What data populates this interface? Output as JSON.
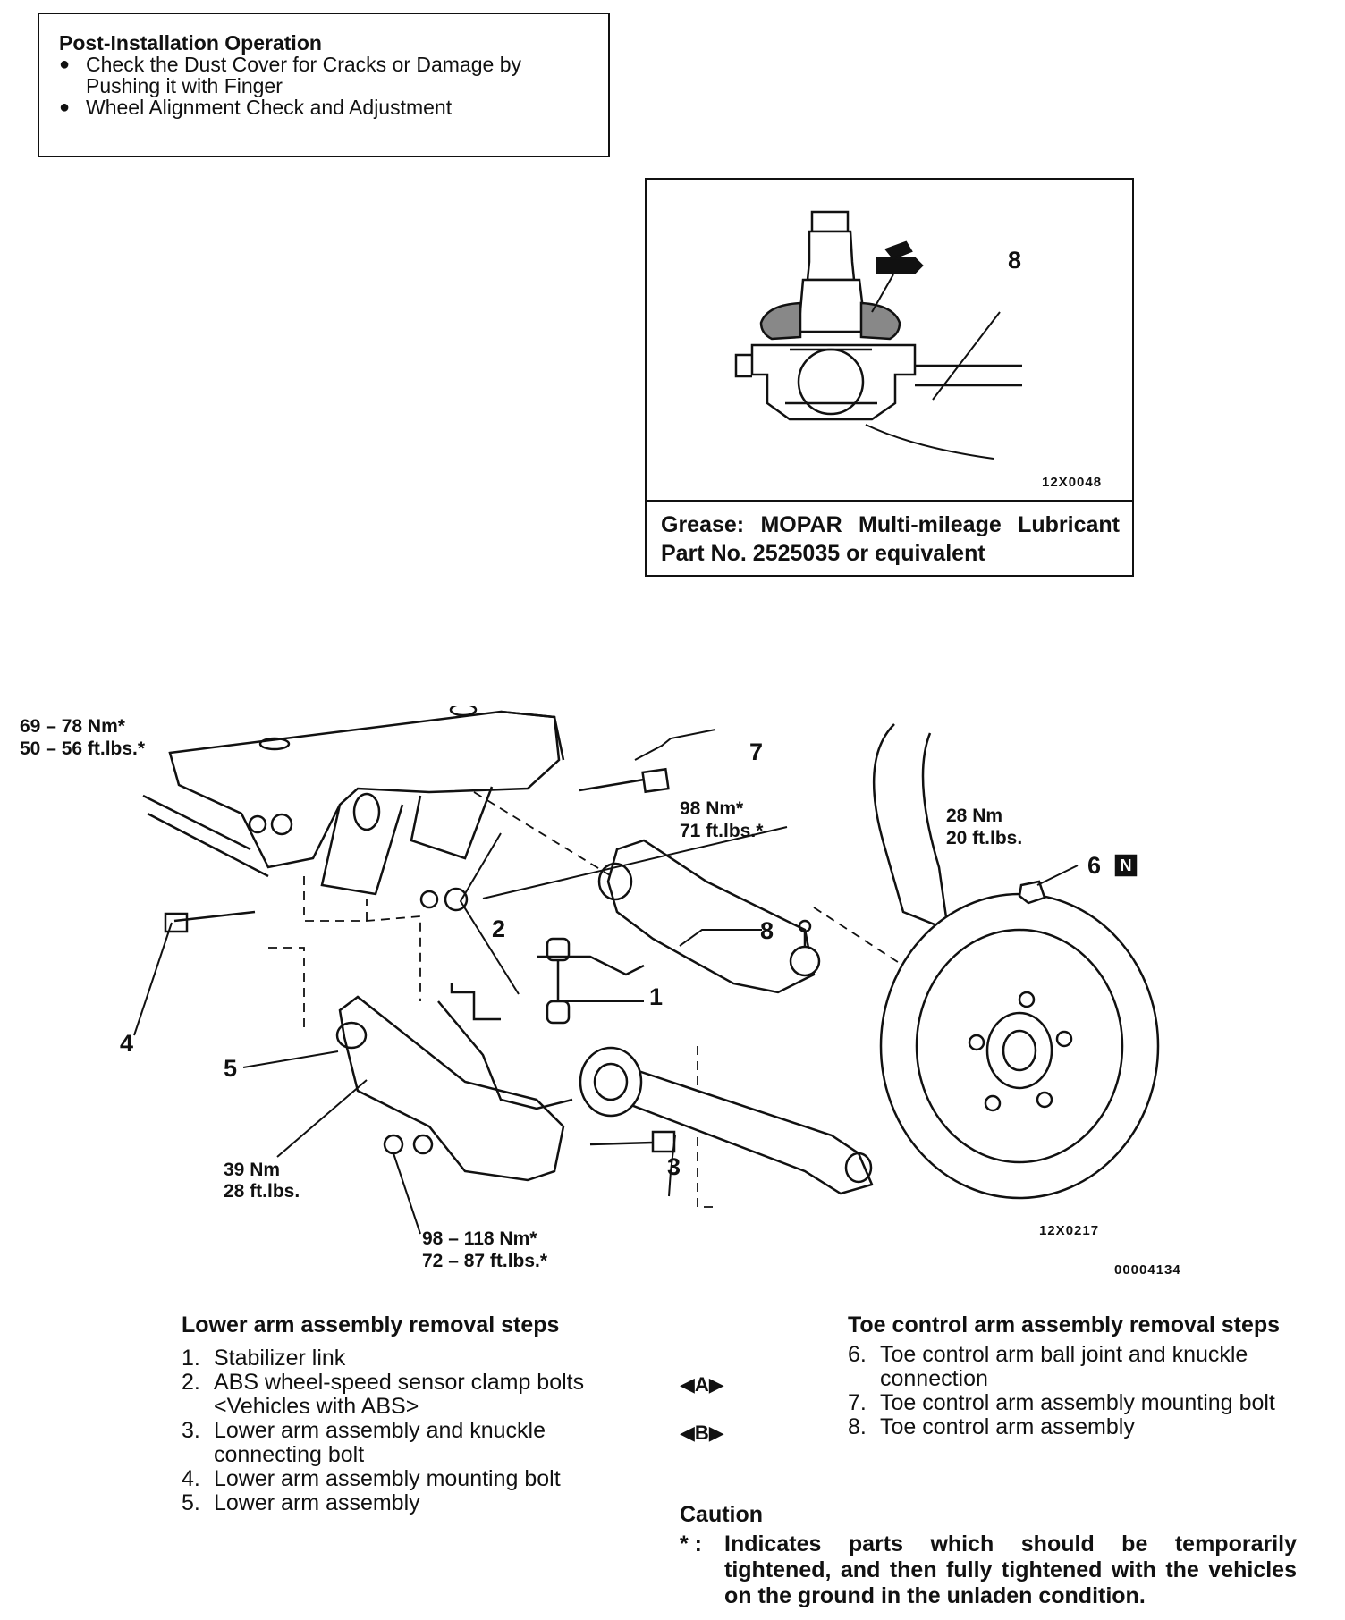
{
  "post_installation": {
    "title": "Post-Installation Operation",
    "items": [
      "Check the Dust Cover for Cracks or Damage by Pushing it with Finger",
      "Wheel Alignment Check and Adjustment"
    ]
  },
  "ball_joint_figure": {
    "part_number": "8",
    "figure_code": "12X0048",
    "grease_caption": "Grease: MOPAR Multi-mileage Lubricant Part No. 2525035 or equivalent"
  },
  "assembly_figure": {
    "torque_labels": {
      "t1_nm": "69 – 78 Nm*",
      "t1_ft": "50 – 56 ft.lbs.*",
      "t2_nm": "98 Nm*",
      "t2_ft": "71 ft.lbs.*",
      "t3_nm": "28 Nm",
      "t3_ft": "20 ft.lbs.",
      "t4_nm": "39 Nm",
      "t4_ft": "28 ft.lbs.",
      "t5_nm": "98 – 118 Nm*",
      "t5_ft": "72 – 87 ft.lbs.*"
    },
    "callouts": [
      "1",
      "2",
      "3",
      "4",
      "5",
      "6",
      "7",
      "8"
    ],
    "n_badge": "N",
    "figure_code": "12X0217",
    "document_code": "00004134"
  },
  "lower_arm_steps": {
    "title": "Lower arm assembly removal steps",
    "steps": [
      {
        "n": "1.",
        "text": "Stabilizer link"
      },
      {
        "n": "2.",
        "text": "ABS wheel-speed sensor clamp bolts <Vehicles with ABS>"
      },
      {
        "n": "3.",
        "text": "Lower arm assembly and knuckle connecting bolt"
      },
      {
        "n": "4.",
        "text": "Lower arm assembly mounting bolt"
      },
      {
        "n": "5.",
        "text": "Lower arm assembly"
      }
    ]
  },
  "toe_arm_steps": {
    "title": "Toe control arm assembly removal steps",
    "markers": [
      "◀A▶",
      "◀B▶"
    ],
    "steps": [
      {
        "n": "6.",
        "text": "Toe control arm ball joint and knuckle connection"
      },
      {
        "n": "7.",
        "text": "Toe control arm assembly mounting bolt"
      },
      {
        "n": "8.",
        "text": "Toe control arm assembly"
      }
    ]
  },
  "caution": {
    "title": "Caution",
    "symbol": "* :",
    "text": "Indicates parts which should be temporarily tightened, and then fully tightened with the vehicles on the ground in the unladen condition."
  }
}
